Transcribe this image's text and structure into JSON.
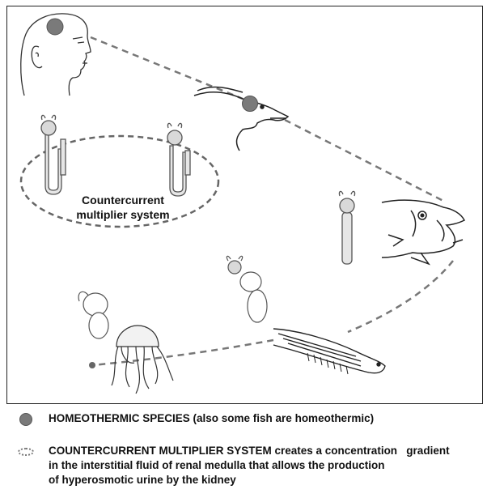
{
  "diagram": {
    "ccm_label_line1": "Countercurrent",
    "ccm_label_line2": "multiplier system"
  },
  "legend": {
    "homeothermic_text": "HOMEOTHERMIC SPECIES (also some fish are homeothermic)",
    "ccm_text_line1": "COUNTERCURRENT MULTIPLIER SYSTEM creates a concentration   gradient",
    "ccm_text_line2": "in the interstitial fluid of renal medulla that allows the production",
    "ccm_text_line3": "of hyperosmotic urine by the kidney"
  },
  "colors": {
    "dashed_line": "#777777",
    "homeothermic_marker": "#7a7a7a",
    "nephron_fill": "#e6e6e6",
    "outline": "#333333"
  }
}
